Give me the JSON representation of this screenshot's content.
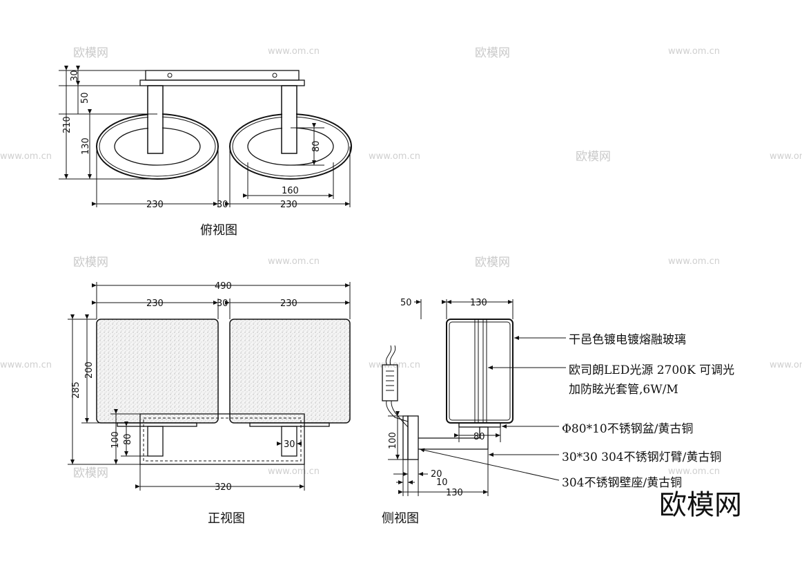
{
  "titles": {
    "top_view": "俯视图",
    "front_view": "正视图",
    "side_view": "侧视图"
  },
  "top_dims": {
    "d30": "30",
    "d50": "50",
    "d210": "210",
    "d130": "130",
    "d80": "80",
    "d160": "160",
    "w230a": "230",
    "w30": "30",
    "w230b": "230"
  },
  "front_dims": {
    "w490": "490",
    "w230a": "230",
    "w30": "30",
    "w230b": "230",
    "h200": "200",
    "h285": "285",
    "h100": "100",
    "h80": "80",
    "w30arm": "30",
    "w320": "320"
  },
  "side_dims": {
    "w50": "50",
    "w130": "130",
    "h100": "100",
    "w80": "80",
    "w20": "20",
    "w10": "10",
    "w130b": "130"
  },
  "callouts": {
    "glass": "干邑色镀电镀熔融玻璃",
    "light1": "欧司朗LED光源 2700K 可调光",
    "light2": "加防眩光套管,6W/M",
    "cup": "Φ80*10不锈钢盆/黄古铜",
    "arm": "30*30 304不锈钢灯臂/黄古铜",
    "base": "304不锈钢壁座/黄古铜"
  },
  "watermark": {
    "logo": "欧模网",
    "url": "www.om.cn"
  }
}
